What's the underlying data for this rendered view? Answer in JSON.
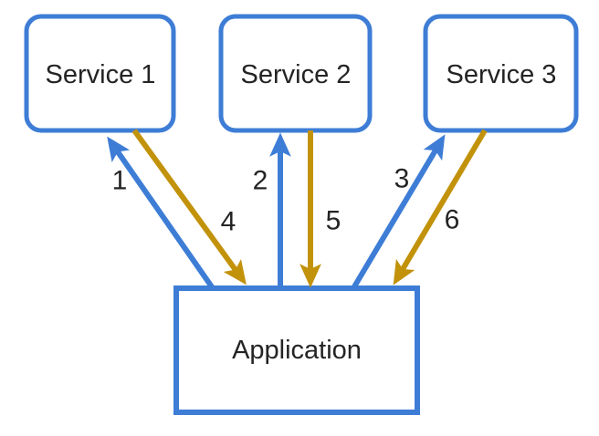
{
  "diagram": {
    "type": "flow-diagram",
    "colors": {
      "blue": "#3E7DD6",
      "gold": "#C2920B",
      "text": "#242424",
      "background": "#FFFFFF"
    },
    "nodes": [
      {
        "id": "service1",
        "label": "Service 1"
      },
      {
        "id": "service2",
        "label": "Service 2"
      },
      {
        "id": "service3",
        "label": "Service 3"
      },
      {
        "id": "application",
        "label": "Application"
      }
    ],
    "edges": [
      {
        "label": "1",
        "from": "application",
        "to": "service1",
        "color": "blue",
        "direction": "up"
      },
      {
        "label": "2",
        "from": "application",
        "to": "service2",
        "color": "blue",
        "direction": "up"
      },
      {
        "label": "3",
        "from": "application",
        "to": "service3",
        "color": "blue",
        "direction": "up"
      },
      {
        "label": "4",
        "from": "service1",
        "to": "application",
        "color": "gold",
        "direction": "down"
      },
      {
        "label": "5",
        "from": "service2",
        "to": "application",
        "color": "gold",
        "direction": "down"
      },
      {
        "label": "6",
        "from": "service3",
        "to": "application",
        "color": "gold",
        "direction": "down"
      }
    ]
  }
}
